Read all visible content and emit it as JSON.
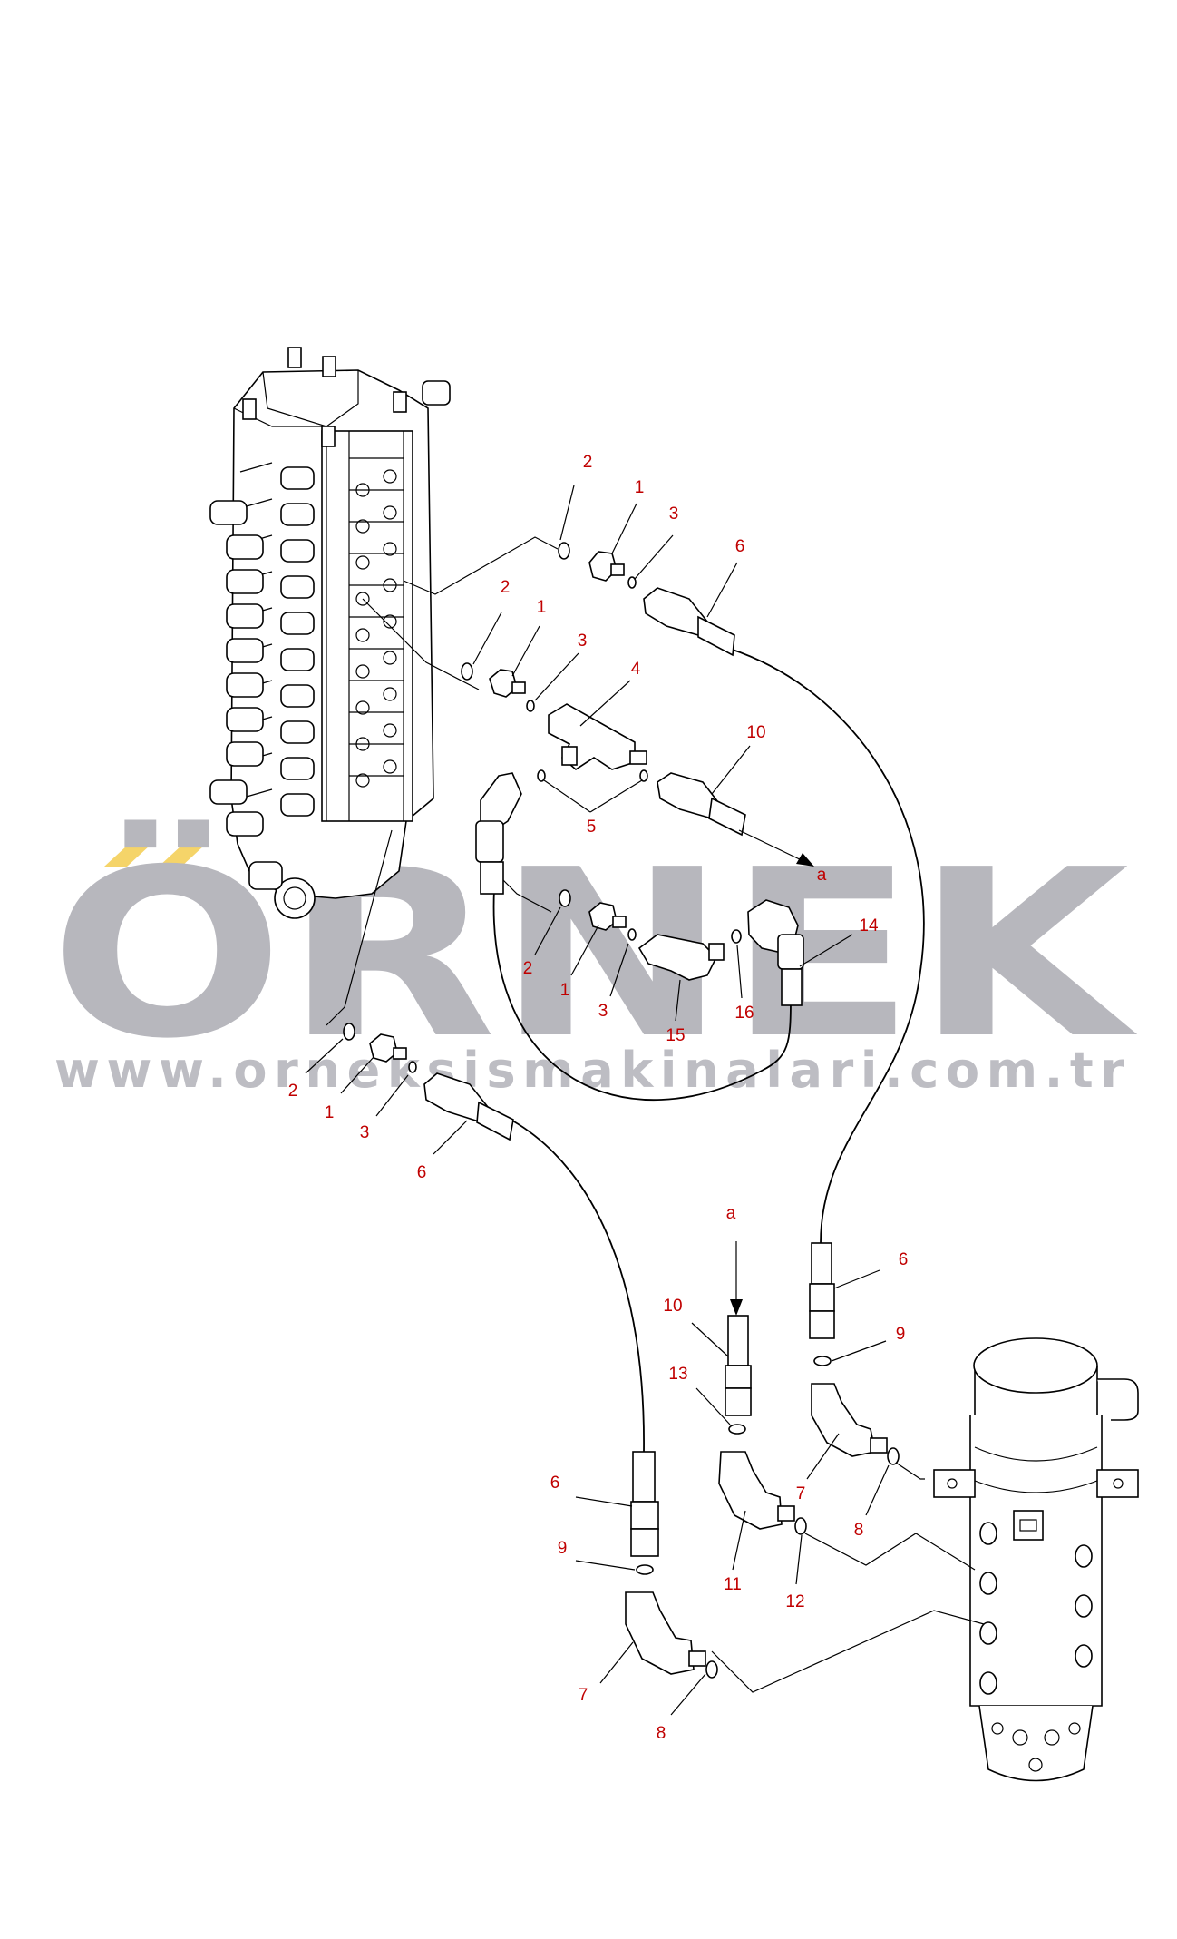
{
  "watermark": {
    "brand": "ÖRNEK",
    "url": "www.orneksismakinalari.com.tr",
    "accent_color": "#f5d469",
    "text_color": "#b7b7bd"
  },
  "callouts": {
    "c2a": "2",
    "c1a": "1",
    "c3a": "3",
    "c6a": "6",
    "c2b": "2",
    "c1b": "1",
    "c3b": "3",
    "c4": "4",
    "c10a": "10",
    "c5": "5",
    "ca1": "a",
    "c14": "14",
    "c2c": "2",
    "c1c": "1",
    "c3c": "3",
    "c15": "15",
    "c16": "16",
    "c2d": "2",
    "c1d": "1",
    "c3d": "3",
    "c6b": "6",
    "ca2": "a",
    "c10b": "10",
    "c13": "13",
    "c11": "11",
    "c12": "12",
    "c6c": "6",
    "c9a": "9",
    "c7a": "7",
    "c8a": "8",
    "c6d": "6",
    "c9b": "9",
    "c7b": "7",
    "c8b": "8"
  },
  "colors": {
    "callout_text": "#c00000",
    "line": "#000000"
  }
}
